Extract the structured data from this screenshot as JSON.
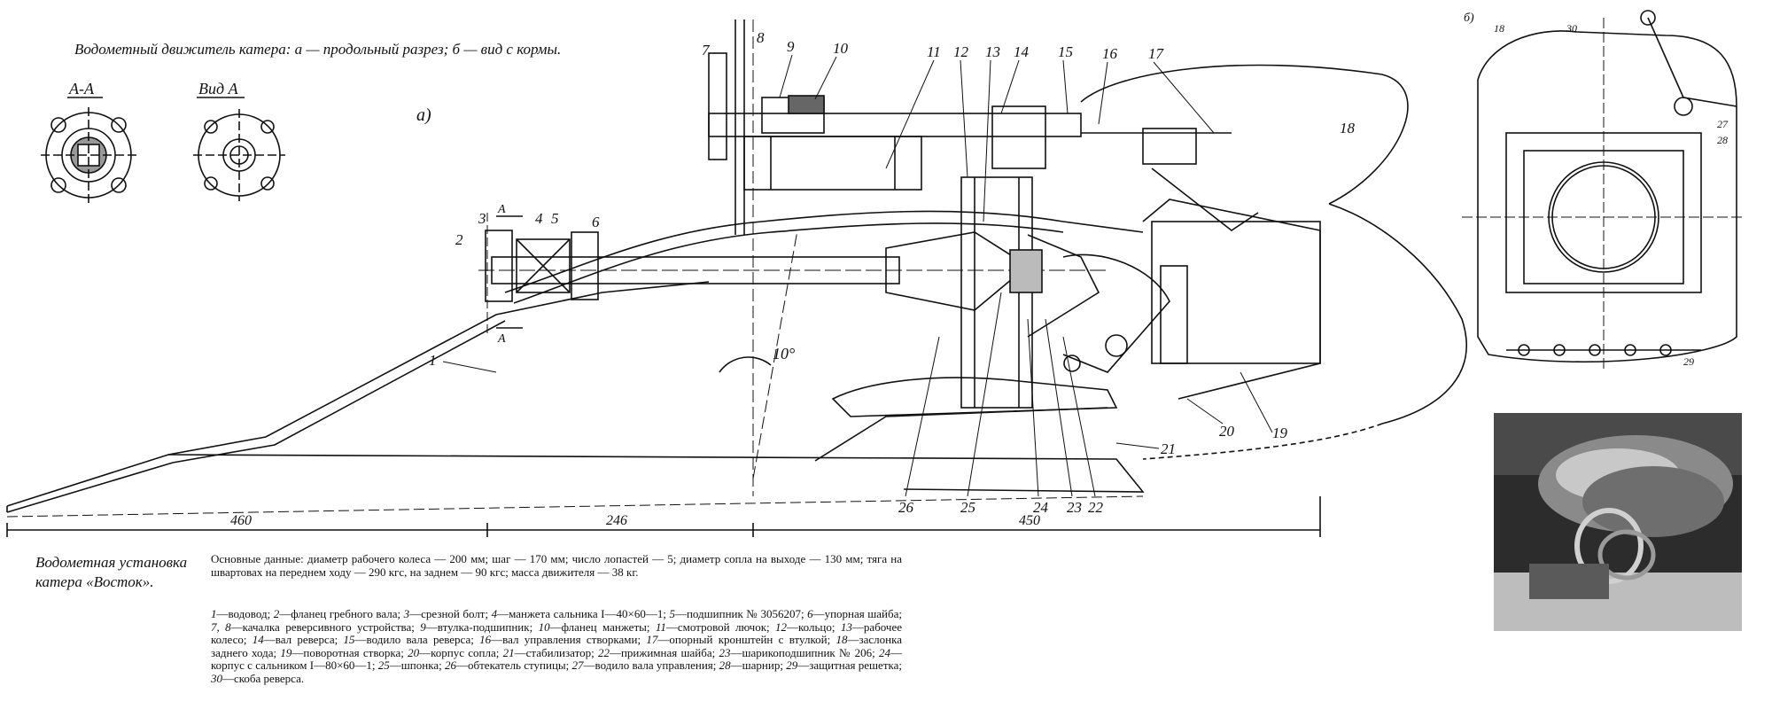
{
  "title": "Водометный движитель катера: а — продольный разрез; б — вид с кормы.",
  "view_labels": {
    "section_aa": "А-А",
    "view_a": "Вид А",
    "view_a_letter": "а)",
    "view_b_letter": "б)",
    "arrow_a": "А"
  },
  "dimensions": {
    "d1": "460",
    "d2": "246",
    "d3": "450",
    "angle": "10°"
  },
  "part_numbers": [
    "1",
    "2",
    "3",
    "4",
    "5",
    "6",
    "7",
    "8",
    "9",
    "10",
    "11",
    "12",
    "13",
    "14",
    "15",
    "16",
    "17",
    "18",
    "19",
    "20",
    "21",
    "22",
    "23",
    "24",
    "25",
    "26"
  ],
  "rear_view_numbers": [
    "18",
    "30",
    "27",
    "28",
    "29"
  ],
  "caption": "Водометная установка катера «Восток».",
  "specs": "Основные данные: диаметр рабочего колеса — 200 мм; шаг — 170 мм; число лопастей — 5; диаметр сопла на выходе — 130 мм; тяга на швартовах на переднем ходу — 290 кгс, на заднем — 90 кгс; масса движителя — 38 кг.",
  "legend": [
    {
      "n": "1",
      "text": "водовод;"
    },
    {
      "n": "2",
      "text": "фланец гребного вала;"
    },
    {
      "n": "3",
      "text": "срезной болт;"
    },
    {
      "n": "4",
      "text": "манжета сальника I—40×60—1;"
    },
    {
      "n": "5",
      "text": "подшипник № 3056207;"
    },
    {
      "n": "6",
      "text": "упорная шайба;"
    },
    {
      "n": "7, 8",
      "text": "качалка реверсивного устройства;"
    },
    {
      "n": "9",
      "text": "втулка-подшипник;"
    },
    {
      "n": "10",
      "text": "фланец манжеты;"
    },
    {
      "n": "11",
      "text": "смотровой лючок;"
    },
    {
      "n": "12",
      "text": "кольцо;"
    },
    {
      "n": "13",
      "text": "рабочее колесо;"
    },
    {
      "n": "14",
      "text": "вал реверса;"
    },
    {
      "n": "15",
      "text": "водило вала реверса;"
    },
    {
      "n": "16",
      "text": "вал управления створками;"
    },
    {
      "n": "17",
      "text": "опорный кронштейн с втулкой;"
    },
    {
      "n": "18",
      "text": "заслонка заднего хода;"
    },
    {
      "n": "19",
      "text": "поворотная створка;"
    },
    {
      "n": "20",
      "text": "корпус сопла;"
    },
    {
      "n": "21",
      "text": "стабилизатор;"
    },
    {
      "n": "22",
      "text": "прижимная шайба;"
    },
    {
      "n": "23",
      "text": "шарикоподшипник № 206;"
    },
    {
      "n": "24",
      "text": "корпус с сальником I—80×60—1;"
    },
    {
      "n": "25",
      "text": "шпонка;"
    },
    {
      "n": "26",
      "text": "обтекатель ступицы;"
    },
    {
      "n": "27",
      "text": "водило вала управления;"
    },
    {
      "n": "28",
      "text": "шарнир;"
    },
    {
      "n": "29",
      "text": "защитная решетка;"
    },
    {
      "n": "30",
      "text": "скоба реверса."
    }
  ],
  "colors": {
    "ink": "#111111",
    "paper": "#ffffff",
    "photo_dark": "#3a3a3a"
  }
}
